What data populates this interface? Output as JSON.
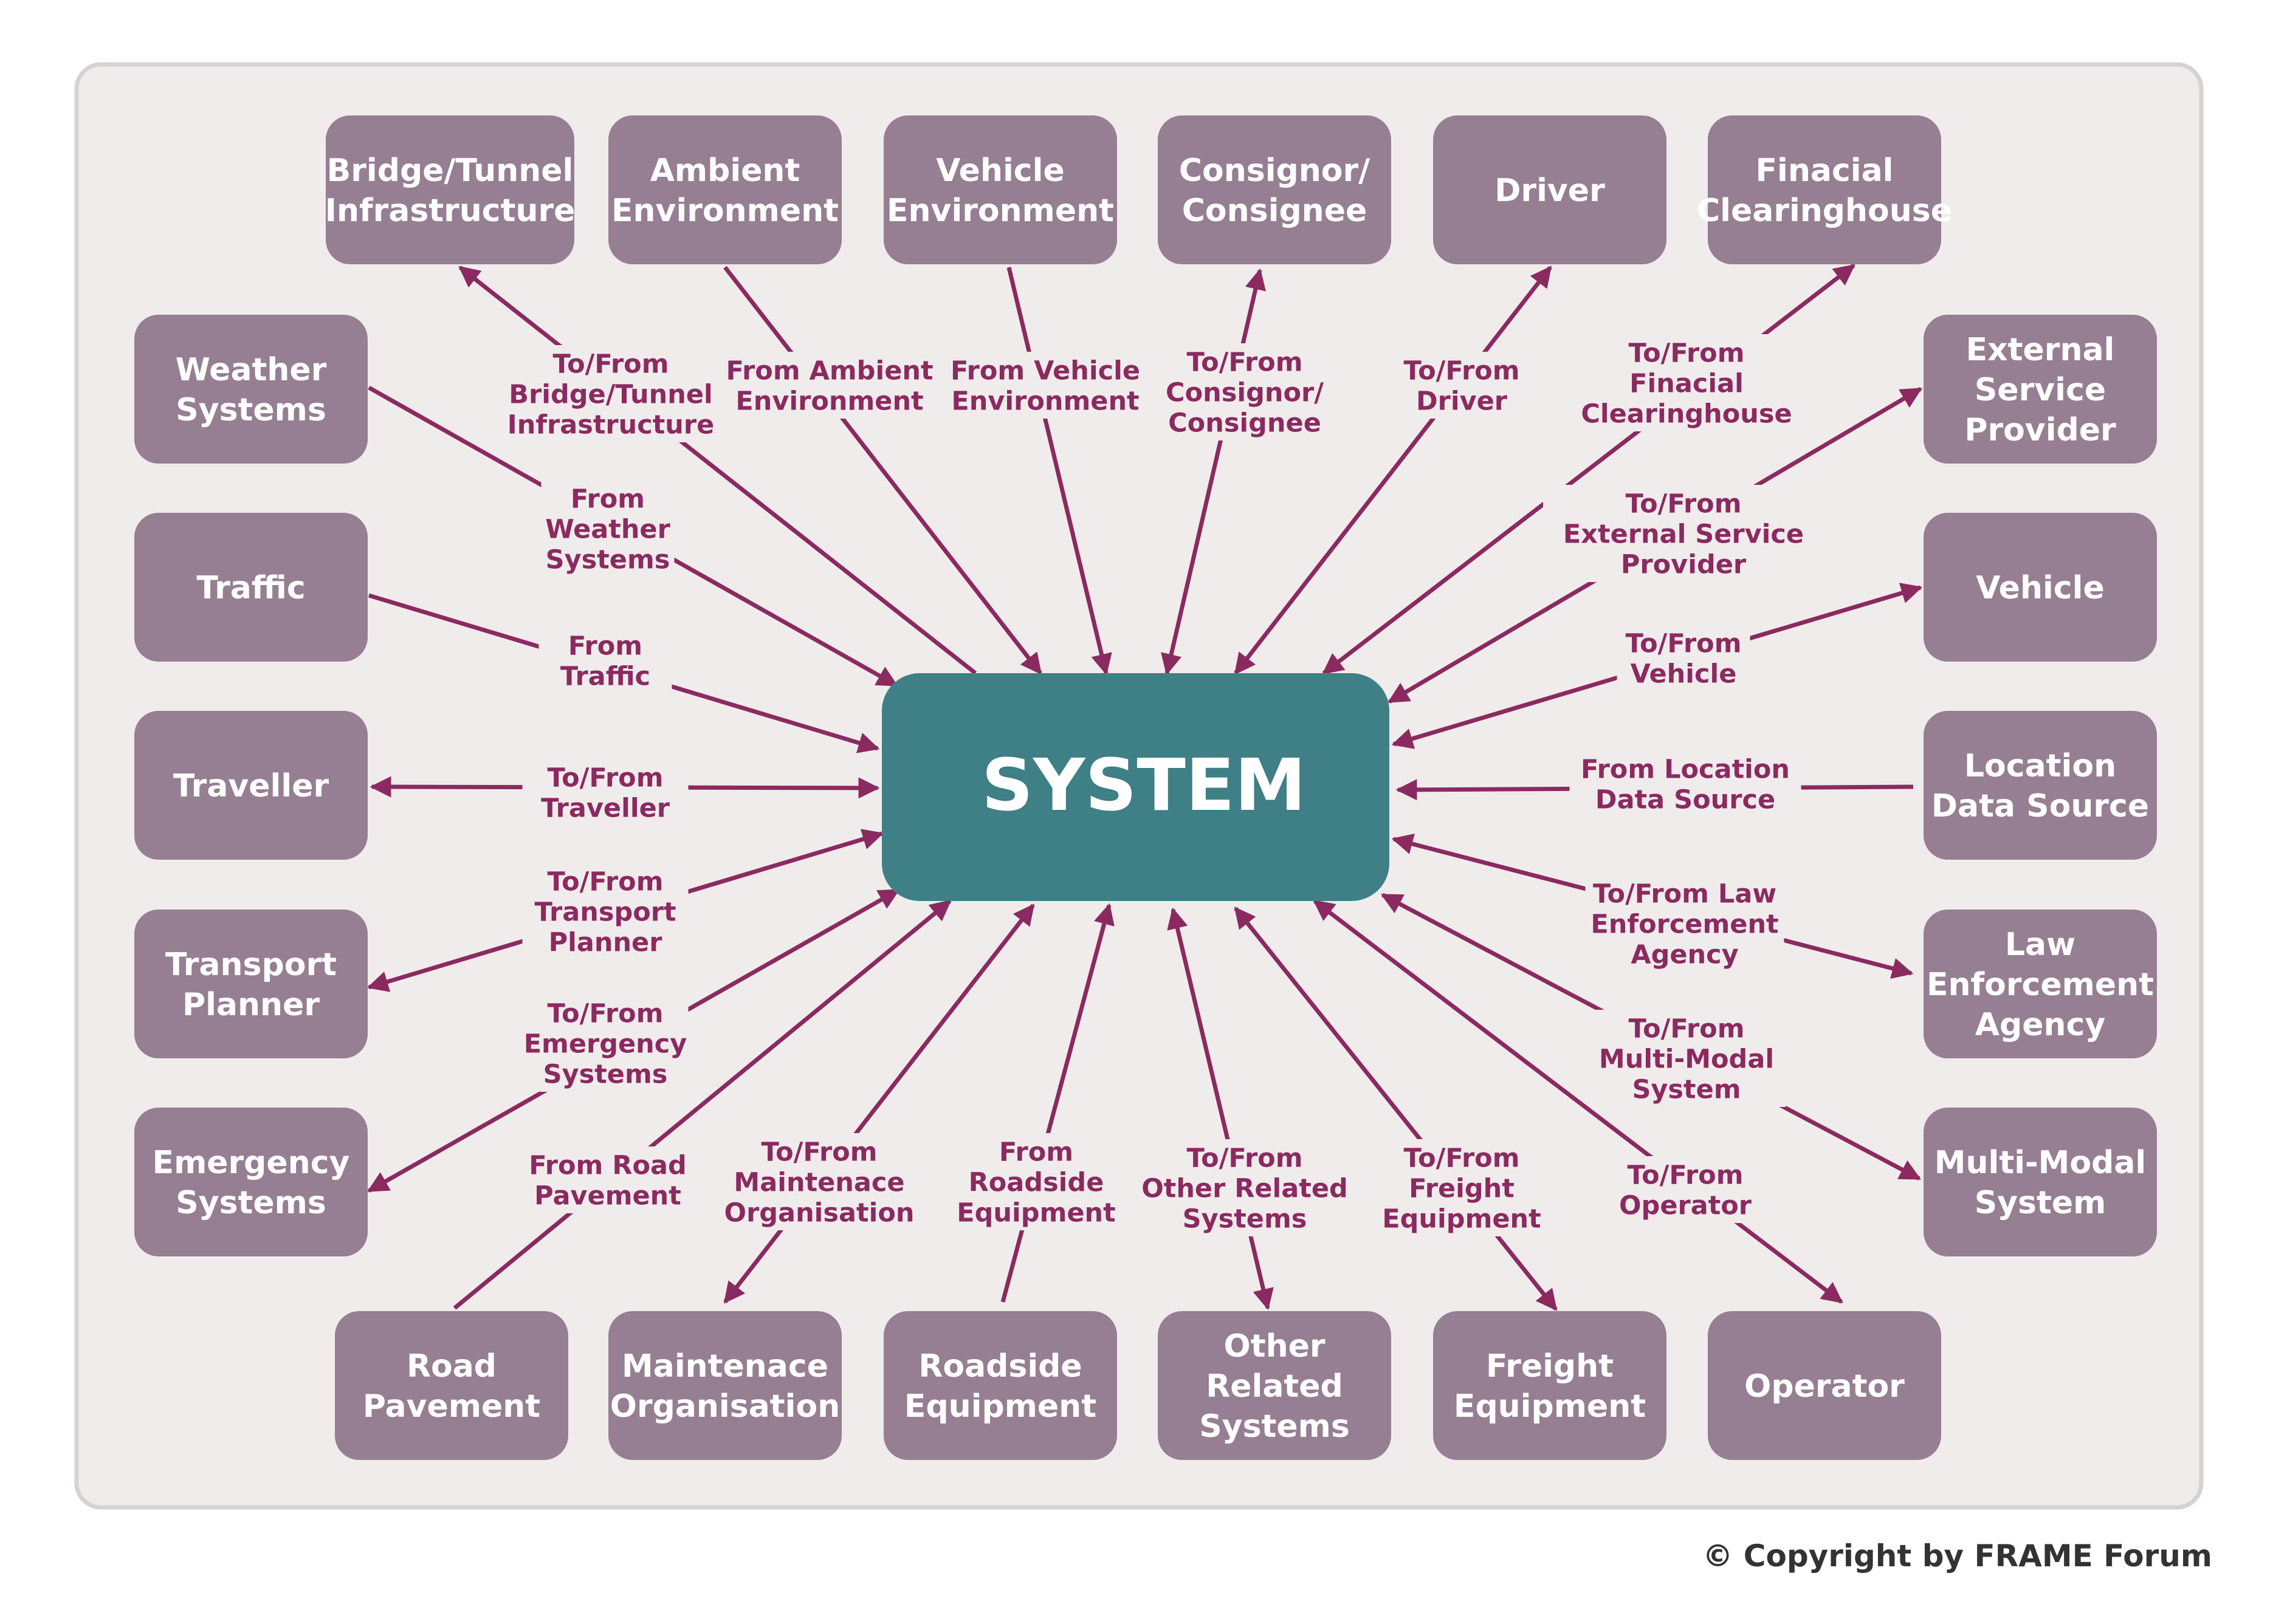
{
  "center_label": "SYSTEM",
  "copyright": "© Copyright by FRAME Forum",
  "colors": {
    "frame_fill": "#f1ecec",
    "frame_stroke": "#d4d2d2",
    "box_fill": "#967f92",
    "center_fill": "#3f7f86",
    "arrow": "#8b2a60",
    "box_text": "#ffffff",
    "label_text": "#8b2a60"
  },
  "entities": [
    {
      "id": "bridge-tunnel-infrastructure",
      "label": [
        "Bridge/Tunnel",
        "Infrastructure"
      ]
    },
    {
      "id": "ambient-environment",
      "label": [
        "Ambient",
        "Environment"
      ]
    },
    {
      "id": "vehicle-environment",
      "label": [
        "Vehicle",
        "Environment"
      ]
    },
    {
      "id": "consignor-consignee",
      "label": [
        "Consignor/",
        "Consignee"
      ]
    },
    {
      "id": "driver",
      "label": [
        "Driver"
      ]
    },
    {
      "id": "finacial-clearinghouse",
      "label": [
        "Finacial",
        "Clearinghouse"
      ]
    },
    {
      "id": "weather-systems",
      "label": [
        "Weather",
        "Systems"
      ]
    },
    {
      "id": "traffic",
      "label": [
        "Traffic"
      ]
    },
    {
      "id": "traveller",
      "label": [
        "Traveller"
      ]
    },
    {
      "id": "transport-planner",
      "label": [
        "Transport",
        "Planner"
      ]
    },
    {
      "id": "emergency-systems",
      "label": [
        "Emergency",
        "Systems"
      ]
    },
    {
      "id": "external-service-provider",
      "label": [
        "External",
        "Service",
        "Provider"
      ]
    },
    {
      "id": "vehicle",
      "label": [
        "Vehicle"
      ]
    },
    {
      "id": "location-data-source",
      "label": [
        "Location",
        "Data Source"
      ]
    },
    {
      "id": "law-enforcement-agency",
      "label": [
        "Law",
        "Enforcement",
        "Agency"
      ]
    },
    {
      "id": "multi-modal-system",
      "label": [
        "Multi-Modal",
        "System"
      ]
    },
    {
      "id": "road-pavement",
      "label": [
        "Road",
        "Pavement"
      ]
    },
    {
      "id": "maintenace-organisation",
      "label": [
        "Maintenace",
        "Organisation"
      ]
    },
    {
      "id": "roadside-equipment",
      "label": [
        "Roadside",
        "Equipment"
      ]
    },
    {
      "id": "other-related-systems",
      "label": [
        "Other",
        "Related",
        "Systems"
      ]
    },
    {
      "id": "freight-equipment",
      "label": [
        "Freight",
        "Equipment"
      ]
    },
    {
      "id": "operator",
      "label": [
        "Operator"
      ]
    }
  ],
  "flows": [
    {
      "entity": "bridge-tunnel-infrastructure",
      "label": [
        "To/From",
        "Bridge/Tunnel",
        "Infrastructure"
      ],
      "direction": "to-entity"
    },
    {
      "entity": "ambient-environment",
      "label": [
        "From Ambient",
        "Environment"
      ],
      "direction": "to-system"
    },
    {
      "entity": "vehicle-environment",
      "label": [
        "From Vehicle",
        "Environment"
      ],
      "direction": "to-system"
    },
    {
      "entity": "consignor-consignee",
      "label": [
        "To/From",
        "Consignor/",
        "Consignee"
      ],
      "direction": "both"
    },
    {
      "entity": "driver",
      "label": [
        "To/From",
        "Driver"
      ],
      "direction": "both"
    },
    {
      "entity": "finacial-clearinghouse",
      "label": [
        "To/From",
        "Finacial",
        "Clearinghouse"
      ],
      "direction": "both"
    },
    {
      "entity": "weather-systems",
      "label": [
        "From",
        "Weather",
        "Systems"
      ],
      "direction": "to-system"
    },
    {
      "entity": "traffic",
      "label": [
        "From",
        "Traffic"
      ],
      "direction": "to-system"
    },
    {
      "entity": "traveller",
      "label": [
        "To/From",
        "Traveller"
      ],
      "direction": "both"
    },
    {
      "entity": "transport-planner",
      "label": [
        "To/From",
        "Transport",
        "Planner"
      ],
      "direction": "both"
    },
    {
      "entity": "emergency-systems",
      "label": [
        "To/From",
        "Emergency",
        "Systems"
      ],
      "direction": "both"
    },
    {
      "entity": "external-service-provider",
      "label": [
        "To/From",
        "External Service",
        "Provider"
      ],
      "direction": "both"
    },
    {
      "entity": "vehicle",
      "label": [
        "To/From",
        "Vehicle"
      ],
      "direction": "both"
    },
    {
      "entity": "location-data-source",
      "label": [
        "From Location",
        "Data Source"
      ],
      "direction": "to-system"
    },
    {
      "entity": "law-enforcement-agency",
      "label": [
        "To/From Law",
        "Enforcement",
        "Agency"
      ],
      "direction": "both"
    },
    {
      "entity": "multi-modal-system",
      "label": [
        "To/From",
        "Multi-Modal",
        "System"
      ],
      "direction": "both"
    },
    {
      "entity": "road-pavement",
      "label": [
        "From Road",
        "Pavement"
      ],
      "direction": "to-system"
    },
    {
      "entity": "maintenace-organisation",
      "label": [
        "To/From",
        "Maintenace",
        "Organisation"
      ],
      "direction": "both"
    },
    {
      "entity": "roadside-equipment",
      "label": [
        "From",
        "Roadside",
        "Equipment"
      ],
      "direction": "to-system"
    },
    {
      "entity": "other-related-systems",
      "label": [
        "To/From",
        "Other Related",
        "Systems"
      ],
      "direction": "both"
    },
    {
      "entity": "freight-equipment",
      "label": [
        "To/From",
        "Freight",
        "Equipment"
      ],
      "direction": "both"
    },
    {
      "entity": "operator",
      "label": [
        "To/From",
        "Operator"
      ],
      "direction": "both"
    }
  ]
}
